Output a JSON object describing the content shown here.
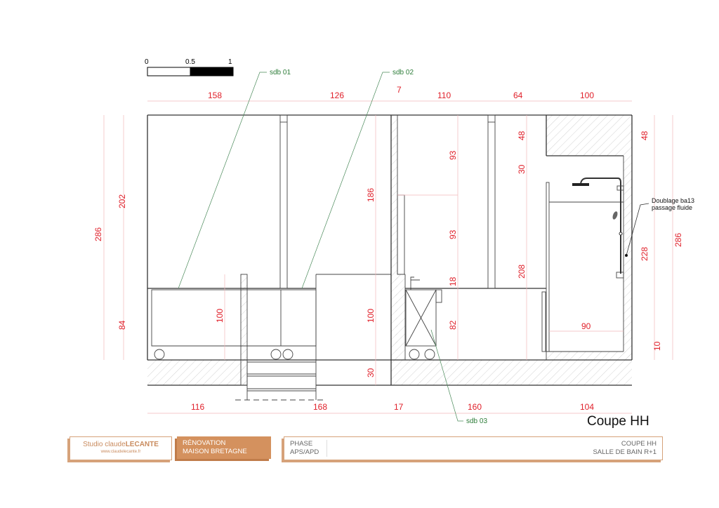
{
  "drawing": {
    "title": "Coupe HH",
    "scale_bar": {
      "labels": [
        "0",
        "0.5",
        "1"
      ]
    },
    "labels": {
      "sdb01": "sdb 01",
      "sdb02": "sdb 02",
      "sdb03": "sdb 03",
      "doublage_line1": "Doublage ba13",
      "doublage_line2": "passage fluide"
    },
    "dims_top": [
      "158",
      "126",
      "7",
      "110",
      "64",
      "100"
    ],
    "dims_bottom": [
      "116",
      "168",
      "17",
      "160",
      "104"
    ],
    "dims_left": {
      "total": "286",
      "upper": "202",
      "lower": "84"
    },
    "dims_inner": {
      "d100a": "100",
      "d186": "186",
      "d100b": "100",
      "d30a": "30",
      "d93a": "93",
      "d93b": "93",
      "d18": "18",
      "d82": "82",
      "d48a": "48",
      "d30b": "30",
      "d208": "208",
      "d90": "90"
    },
    "dims_right": {
      "d48": "48",
      "d228": "228",
      "d10": "10",
      "total": "286"
    },
    "colors": {
      "dimension": "#e0202a",
      "leader": "#2e7d3a",
      "accent": "#d4915e"
    }
  },
  "titleblock": {
    "studio": {
      "name_light": "Studio claude",
      "name_bold": "LECANTE",
      "url": "www.claudelecante.fr"
    },
    "project": {
      "line1": "RÉNOVATION",
      "line2": "MAISON BRETAGNE"
    },
    "phase": {
      "label": "PHASE",
      "value": "APS/APD"
    },
    "sheet": {
      "line1": "COUPE HH",
      "line2": "SALLE DE BAIN R+1"
    }
  }
}
